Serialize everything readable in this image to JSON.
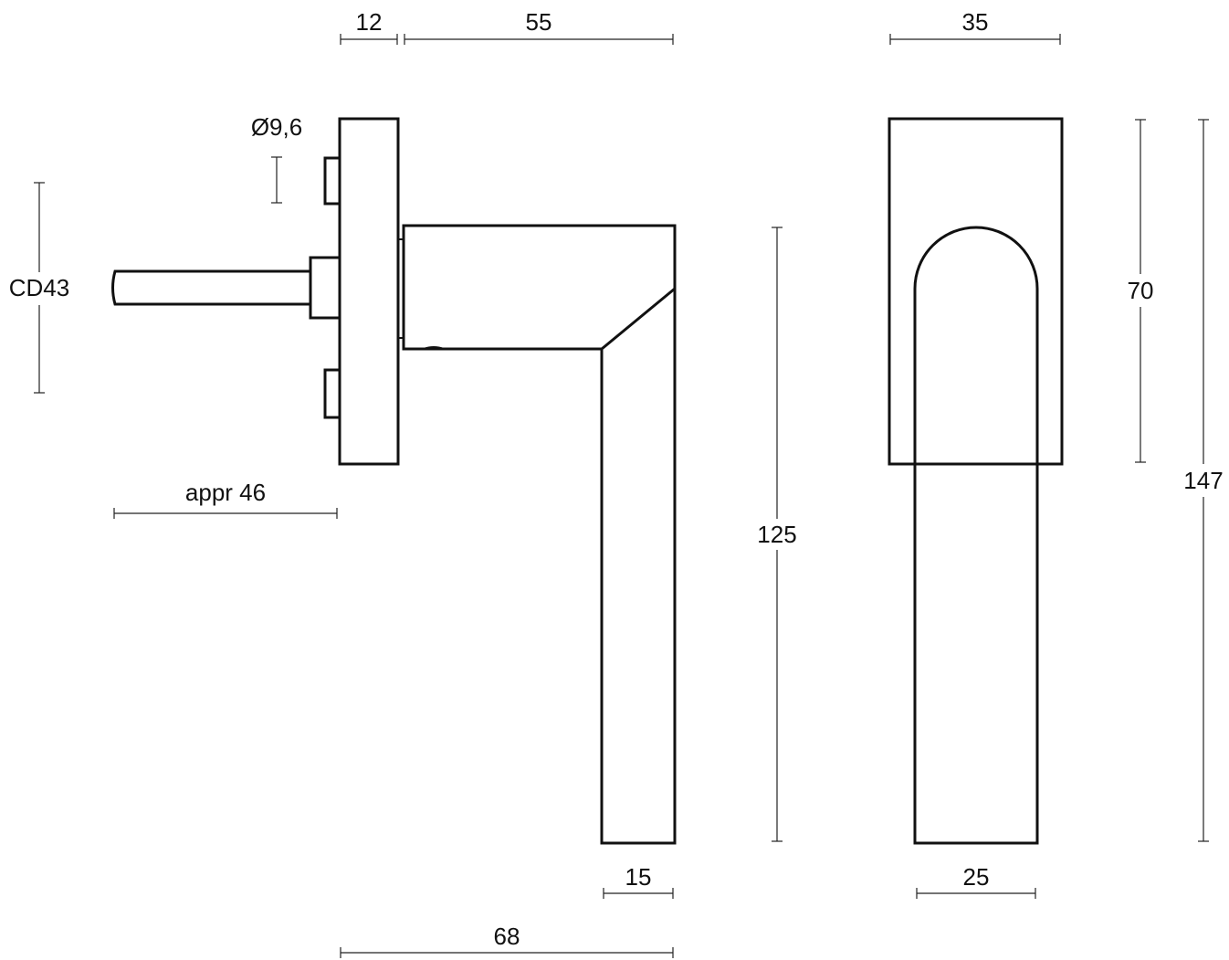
{
  "colors": {
    "line": "#111111",
    "background": "#ffffff"
  },
  "dimensions": {
    "rose_thickness": "12",
    "handle_projection": "55",
    "rose_width": "35",
    "bore_diameter": "Ø9,6",
    "center_distance": "CD43",
    "spindle_length": "appr 46",
    "lever_length": "125",
    "lever_width_side": "15",
    "overall_depth": "68",
    "rose_height": "70",
    "overall_height": "147",
    "grip_width": "25"
  }
}
